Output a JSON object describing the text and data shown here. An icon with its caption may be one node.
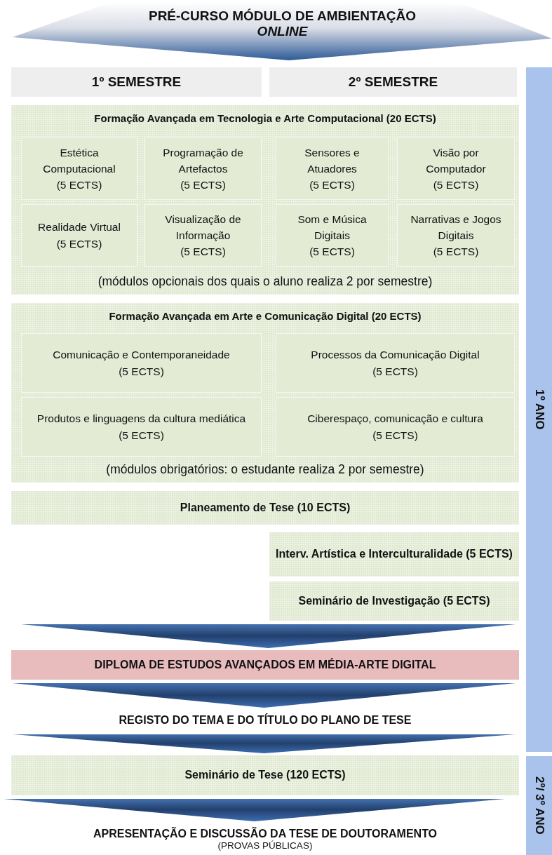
{
  "diagram": {
    "nodes": [
      {
        "text": [
          "PRÉ-CURSO MÓDULO DE AMBIENTAÇÃO",
          "ONLINE"
        ]
      },
      {
        "text": [
          "1º SEMESTRE"
        ]
      },
      {
        "text": [
          "2º SEMESTRE"
        ]
      },
      {
        "text": [
          "Formação Avançada em Tecnologia e Arte Computacional (20 ECTS)",
          "(módulos opcionais dos quais o aluno realiza 2 por semestre)"
        ]
      },
      {
        "text": [
          "Estética Computacional",
          "(5 ECTS)"
        ],
        "in": 3
      },
      {
        "text": [
          "Programação de Artefactos",
          "(5 ECTS)"
        ],
        "in": 3
      },
      {
        "text": [
          "Sensores e Atuadores",
          "(5 ECTS)"
        ],
        "in": 3
      },
      {
        "text": [
          "Visão por Computador",
          "(5 ECTS)"
        ],
        "in": 3
      },
      {
        "text": [
          "Realidade Virtual",
          "(5 ECTS)"
        ],
        "in": 3
      },
      {
        "text": [
          "Visualização de Informação",
          "(5 ECTS)"
        ],
        "in": 3
      },
      {
        "text": [
          "Som e Música Digitais",
          "(5 ECTS)"
        ],
        "in": 3
      },
      {
        "text": [
          "Narrativas e Jogos Digitais",
          "(5 ECTS)"
        ],
        "in": 3
      },
      {
        "text": [
          "Formação Avançada em Arte e Comunicação Digital (20 ECTS)",
          "(módulos obrigatórios: o estudante realiza 2 por semestre)"
        ]
      },
      {
        "text": [
          "Comunicação e Contemporaneidade",
          "(5 ECTS)"
        ],
        "in": 12
      },
      {
        "text": [
          "Processos da Comunicação Digital",
          "(5 ECTS)"
        ],
        "in": 12
      },
      {
        "text": [
          "Produtos e linguagens da cultura mediática",
          "(5 ECTS)"
        ],
        "in": 12
      },
      {
        "text": [
          "Ciberespaço, comunicação e cultura",
          "(5 ECTS)"
        ],
        "in": 12
      },
      {
        "text": [
          "Planeamento de Tese (10 ECTS)"
        ]
      },
      {
        "text": [
          "Interv. Artística e Interculturalidade (5 ECTS)"
        ]
      },
      {
        "text": [
          "Seminário de Investigação (5 ECTS)"
        ]
      },
      {
        "text": [
          "DIPLOMA DE ESTUDOS AVANÇADOS EM MÉDIA-ARTE DIGITAL"
        ]
      },
      {
        "text": [
          "REGISTO DO TEMA E DO TÍTULO DO PLANO DE TESE"
        ]
      },
      {
        "text": [
          "Seminário de Tese (120 ECTS)"
        ]
      },
      {
        "text": [
          "APRESENTAÇÃO E DISCUSSÃO DA TESE DE DOUTORAMENTO",
          "(PROVAS PÚBLICAS)"
        ]
      },
      {
        "text": [
          "1º ANO"
        ]
      },
      {
        "text": [
          "2º/ 3º ANO"
        ]
      }
    ],
    "edges": [
      {
        "from": 19,
        "to": 20,
        "arrow": "to"
      },
      {
        "from": 20,
        "to": 21,
        "arrow": "to"
      },
      {
        "from": 21,
        "to": 22,
        "arrow": "to"
      },
      {
        "from": 22,
        "to": 23,
        "arrow": "to"
      }
    ]
  }
}
